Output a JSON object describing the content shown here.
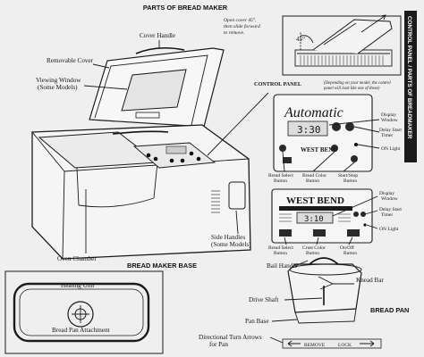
{
  "title": "PARTS OF BREAD MAKER",
  "side_banner": "CONTROL PANEL / PARTS OF BREADMAKER",
  "notes": {
    "cover_note": [
      "Open cover 45°,",
      "then slide forward",
      "to remove."
    ],
    "angle": "45°",
    "panel_note": [
      "(Depending on your model, the control",
      "panel will look like one of these)"
    ]
  },
  "labels": {
    "cover_handle": "Cover Handle",
    "removable_cover": "Removable Cover",
    "viewing_window": [
      "Viewing Window",
      "(Some Models)"
    ],
    "control_panel": "CONTROL PANEL",
    "side_handles": [
      "Side Handles",
      "(Some Models)"
    ],
    "oven_chamber": "Oven Chamber",
    "base": "BREAD MAKER BASE",
    "heating_unit": "Heating Unit",
    "pan_attachment": "Bread Pan Attachment",
    "bail_handle": "Bail Handle",
    "knead_bar": "Knead Bar",
    "drive_shaft": "Drive Shaft",
    "pan_base": "Pan Base",
    "bread_pan": "BREAD PAN",
    "turn_arrows": [
      "Directional Turn Arrows",
      "for Pan"
    ]
  },
  "panel_a": {
    "brand": "Automatic",
    "display": "3:30",
    "logo": "WEST BEND",
    "callouts": {
      "display_window": [
        "Display",
        "Window"
      ],
      "delay_start": [
        "Delay Start",
        "Timer"
      ],
      "on_light": "ON Light"
    },
    "buttons": [
      [
        "Bread Select",
        "Button"
      ],
      [
        "Bread Color",
        "Button"
      ],
      [
        "Start/Stop",
        "Button"
      ]
    ]
  },
  "panel_b": {
    "brand": "WEST BEND",
    "display": "3:10",
    "callouts": {
      "display_window": [
        "Display",
        "Window"
      ],
      "delay_start": [
        "Delay Start",
        "Timer"
      ],
      "on_light": "ON Light"
    },
    "buttons": [
      [
        "Bread Select",
        "Button"
      ],
      [
        "Crust Color",
        "Button"
      ],
      [
        "On/Off",
        "Button"
      ]
    ]
  },
  "pan_arrows": {
    "remove": "REMOVE",
    "lock": "LOCK"
  }
}
